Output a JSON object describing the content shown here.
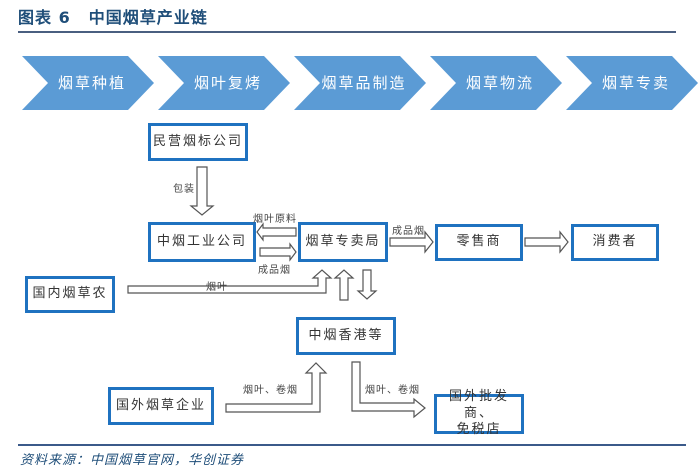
{
  "header": {
    "figure_label": "图表 6",
    "title": "中国烟草产业链"
  },
  "colors": {
    "chevron_fill": "#5b9bd5",
    "box_border": "#1f72c0",
    "title_color": "#1f4e79"
  },
  "chain": {
    "stages": [
      {
        "label": "烟草种植"
      },
      {
        "label": "烟叶复烤"
      },
      {
        "label": "烟草品制造"
      },
      {
        "label": "烟草物流"
      },
      {
        "label": "烟草专卖"
      }
    ]
  },
  "nodes": {
    "private_label": "民营烟标公司",
    "cnt_industrial": "中烟工业公司",
    "tobacco_bureau": "烟草专卖局",
    "retailer": "零售商",
    "consumer": "消费者",
    "domestic_farmers": "国内烟草农",
    "cnt_hk": "中烟香港等",
    "foreign_enterprise": "国外烟草企业",
    "foreign_wholesale_line1": "国外批发商、",
    "foreign_wholesale_line2": "免税店"
  },
  "edges": {
    "packaging": "包装",
    "leaf_raw_material": "烟叶原料",
    "finished_cig_1": "成品烟",
    "finished_cig_2": "成品烟",
    "tobacco_leaf": "烟叶",
    "leaf_cig_in": "烟叶、卷烟",
    "leaf_cig_out": "烟叶、卷烟"
  },
  "footer": {
    "source": "资料来源：中国烟草官网，华创证券"
  }
}
